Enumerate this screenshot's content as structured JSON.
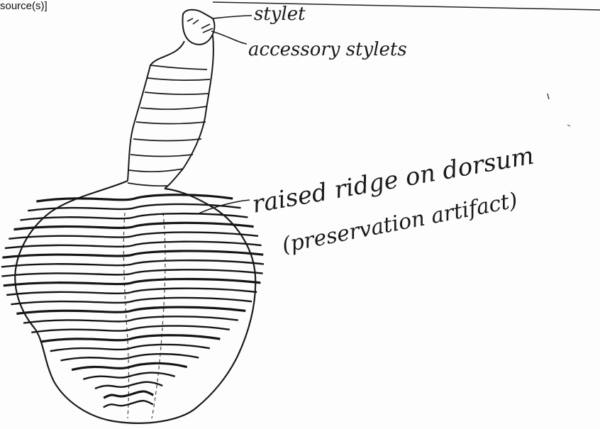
{
  "header": {
    "caption_fragment": "source(s)]"
  },
  "labels": {
    "stylet": "stylet",
    "accessory_stylets": "accessory stylets",
    "ridge_line1": "raised ridge on dorsum",
    "ridge_line2": "(preservation artifact)"
  },
  "colors": {
    "ink": "#1a1a1a",
    "paper": "#fdfdfd"
  }
}
